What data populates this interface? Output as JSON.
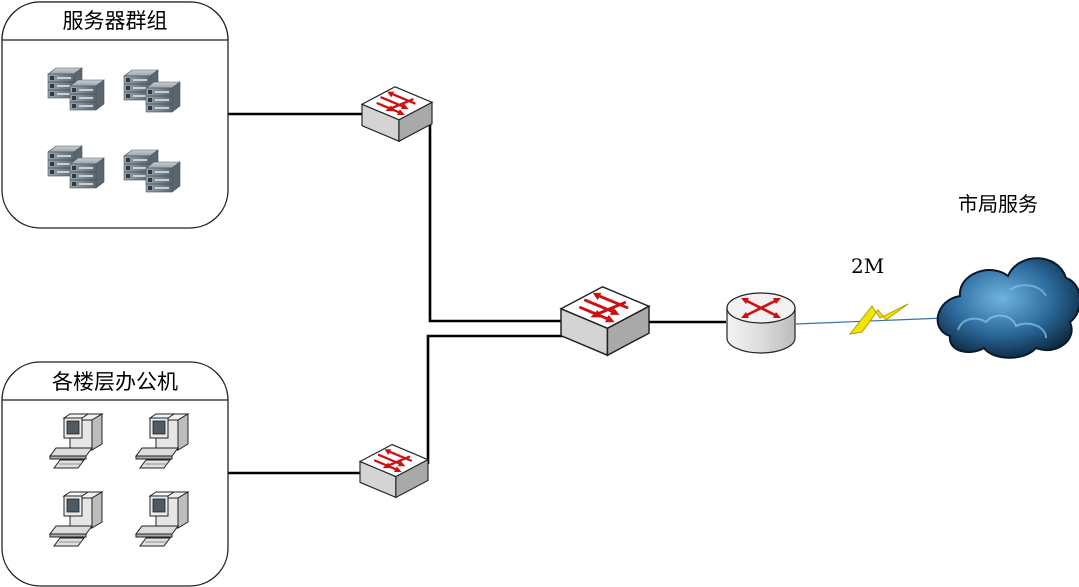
{
  "groups": {
    "servers": {
      "title": "服务器群组"
    },
    "offices": {
      "title": "各楼层办公机"
    }
  },
  "labels": {
    "city_service": "市局服务",
    "bandwidth": "2M"
  },
  "nodes": {
    "servers": [
      "server-rack",
      "server-rack",
      "server-rack",
      "server-rack"
    ],
    "workstations": [
      "workstation",
      "workstation",
      "workstation",
      "workstation"
    ],
    "switches": [
      "switch-top",
      "switch-bottom",
      "switch-core"
    ],
    "router": "router",
    "cloud": "cloud"
  },
  "colors": {
    "line": "#000000",
    "switch_top": "#ffffff",
    "switch_side": "#d6d6d6",
    "arrow": "#cc1111",
    "router_top": "#f2f2f2",
    "router_side": "#cfcfcf",
    "lightning": "#f2e600",
    "cloud_light": "#5fa8d8",
    "cloud_dark": "#0c2a48"
  }
}
